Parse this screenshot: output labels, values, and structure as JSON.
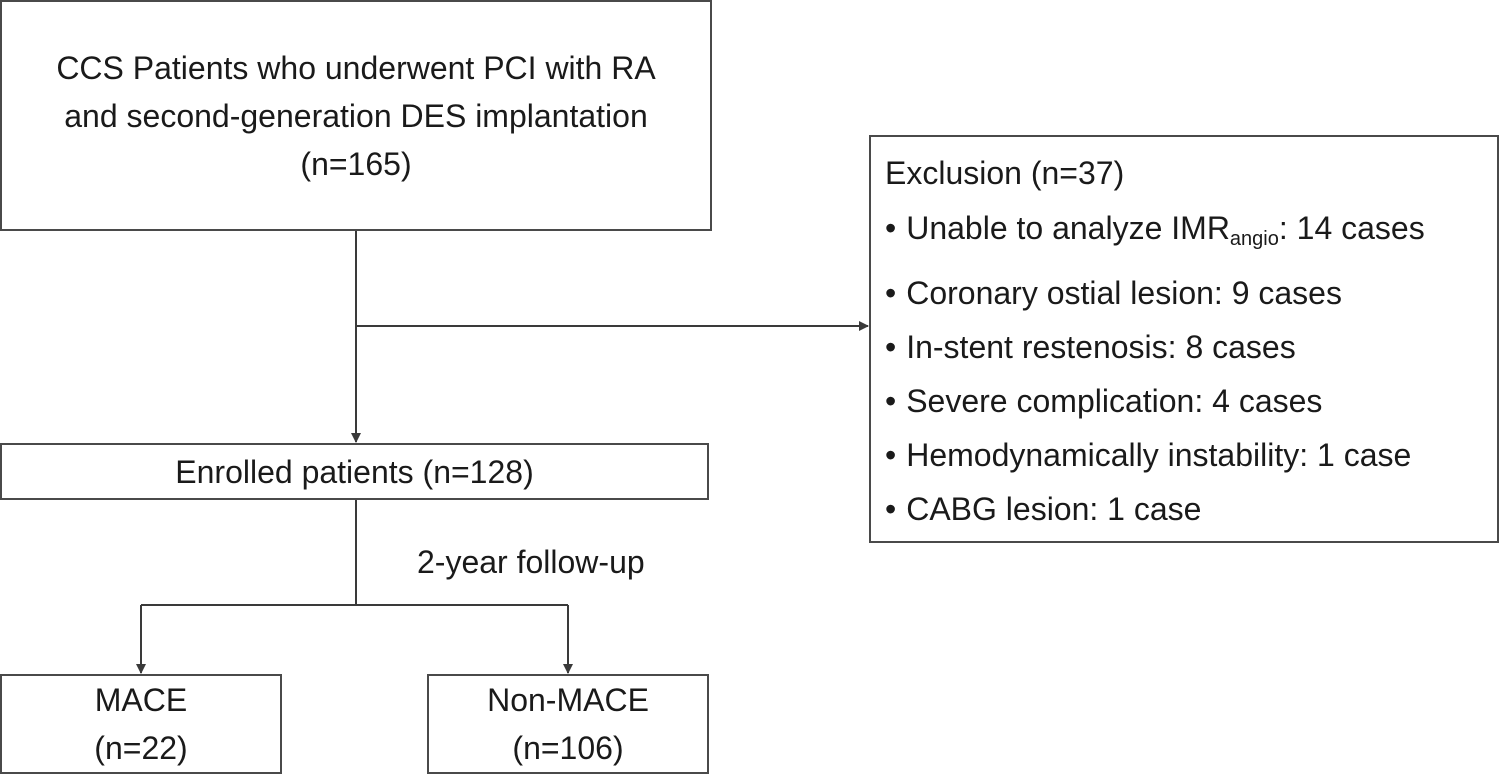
{
  "screened": {
    "line1": "CCS Patients who underwent PCI with RA",
    "line2": "and second-generation DES implantation",
    "count": "(n=165)"
  },
  "exclusion": {
    "title": "Exclusion (n=37)",
    "bullet": "•",
    "items": [
      {
        "pre": "Unable to analyze IMR",
        "sub": "angio",
        "post": ": 14 cases"
      },
      {
        "pre": "Coronary ostial lesion: 9 cases"
      },
      {
        "pre": "In-stent restenosis: 8 cases"
      },
      {
        "pre": "Severe complication: 4 cases"
      },
      {
        "pre": "Hemodynamically instability: 1 case"
      },
      {
        "pre": "CABG lesion: 1 case"
      }
    ]
  },
  "enrolled": {
    "label": "Enrolled patients (n=128)"
  },
  "followup": {
    "label": "2-year follow-up"
  },
  "mace": {
    "title": "MACE",
    "count": "(n=22)"
  },
  "nonmace": {
    "title": "Non-MACE",
    "count": "(n=106)"
  },
  "colors": {
    "border": "#4a4a4a",
    "arrow": "#3a3a3a",
    "text": "#1a1a1a"
  }
}
